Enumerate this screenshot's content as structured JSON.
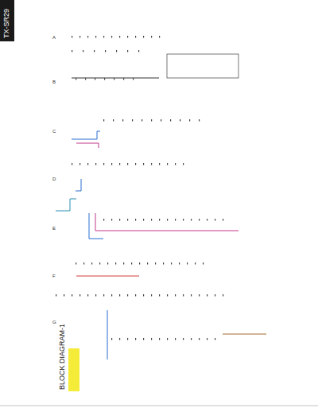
{
  "diagram": {
    "title": "TX-SR29",
    "labels": [
      "BLOCK DIAGRAM-1",
      "A",
      "B",
      "C",
      "D",
      "E",
      "F",
      "G"
    ]
  }
}
